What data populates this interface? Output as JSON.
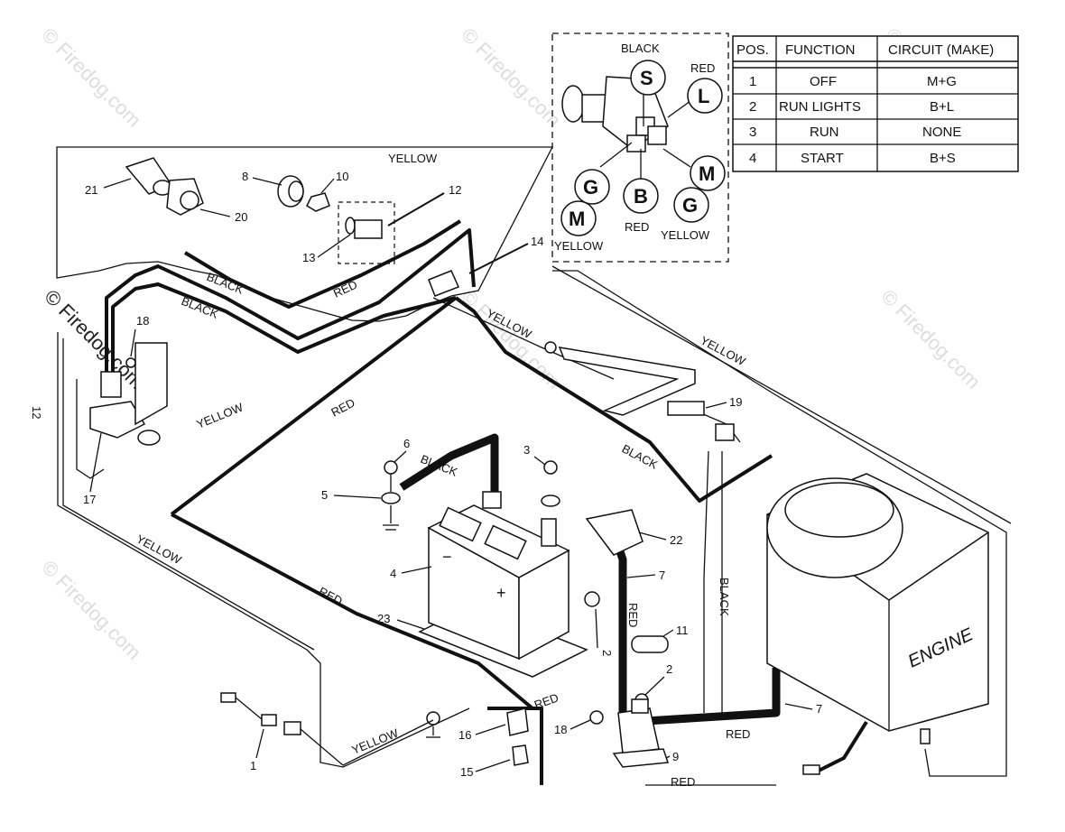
{
  "watermark": "© Firedog.com",
  "table": {
    "headers": [
      "POS.",
      "FUNCTION",
      "CIRCUIT  (MAKE)"
    ],
    "rows": [
      [
        "1",
        "OFF",
        "M+G"
      ],
      [
        "2",
        "RUN LIGHTS",
        "B+L"
      ],
      [
        "3",
        "RUN",
        "NONE"
      ],
      [
        "4",
        "START",
        "B+S"
      ]
    ]
  },
  "switch_terminals": {
    "S": "S",
    "L": "L",
    "G1": "G",
    "B": "B",
    "M1": "M",
    "G2": "G",
    "M2": "M"
  },
  "switch_labels": {
    "black": "BLACK",
    "red_top": "RED",
    "red_bottom": "RED",
    "yellow_left": "YELLOW",
    "yellow_right": "YELLOW"
  },
  "wire_labels": {
    "yellow_top": "YELLOW",
    "black_1": "BLACK",
    "black_2": "BLACK",
    "red_top": "RED",
    "yellow_left_harness": "YELLOW",
    "yellow_right_harness": "YELLOW",
    "yellow_engine": "YELLOW",
    "red_mid": "RED",
    "black_mid": "BLACK",
    "black_batt": "BLACK",
    "yellow_lower_left": "YELLOW",
    "red_lower": "RED",
    "red_vertical": "RED",
    "black_vertical": "BLACK",
    "red_solenoid": "RED",
    "red_starter": "RED",
    "red_bottom": "RED",
    "yellow_bottom": "YELLOW"
  },
  "part_numbers": {
    "p21": "21",
    "p20": "20",
    "p8": "8",
    "p10": "10",
    "p12": "12",
    "p13": "13",
    "p14": "14",
    "p18a": "18",
    "p17": "17",
    "p12side": "12",
    "p19": "19",
    "p6": "6",
    "p5": "5",
    "p3": "3",
    "p22": "22",
    "p4": "4",
    "p7a": "7",
    "p23": "23",
    "p2a": "2",
    "p11": "11",
    "p2b": "2",
    "p7b": "7",
    "p18b": "18",
    "p16": "16",
    "p9": "9",
    "p15": "15",
    "p1": "1"
  },
  "engine_label": "ENGINE",
  "battery_minus": "−",
  "battery_plus": "+"
}
